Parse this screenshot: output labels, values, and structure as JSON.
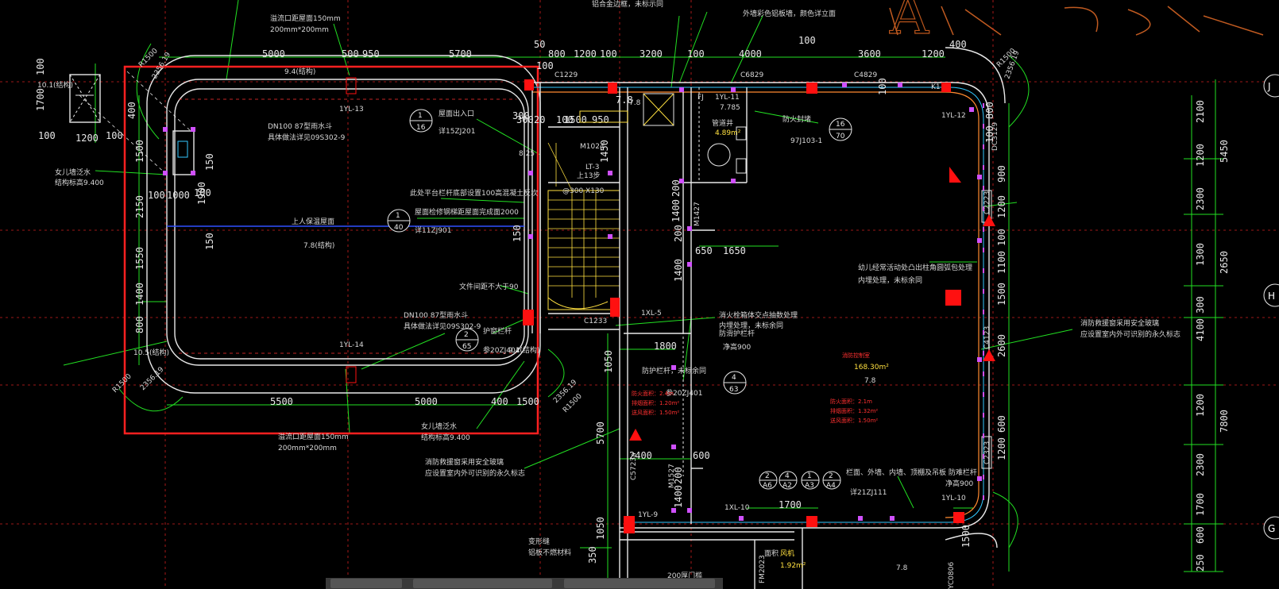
{
  "watermark": "A",
  "top_dims": [
    "5000",
    "500",
    "950",
    "5700",
    "50",
    "800",
    "1200",
    "100",
    "3200",
    "100",
    "4000",
    "3600",
    "1200",
    "400",
    "300",
    "100",
    "100"
  ],
  "left_dims": [
    "100",
    "1200",
    "100",
    "400",
    "1500",
    "2150",
    "1550",
    "1400",
    "800",
    "1700",
    "100",
    "150"
  ],
  "bottom_dims": [
    "5500",
    "5000",
    "400",
    "1500",
    "2400",
    "600",
    "1700",
    "1800",
    "650",
    "1650"
  ],
  "right_dims": [
    "2100",
    "1200",
    "2300",
    "1300",
    "300",
    "4100",
    "1200",
    "2300",
    "1700",
    "600",
    "250",
    "5450",
    "2650",
    "7800"
  ],
  "right_axes": [
    "J",
    "H",
    "G"
  ],
  "small_dims": [
    "100",
    "1000",
    "100",
    "1900",
    "150",
    "150",
    "300",
    "20",
    "100",
    "1500",
    "950",
    "1450",
    "7.8",
    "1400",
    "200",
    "100",
    "1200",
    "900",
    "1100",
    "1500",
    "2600",
    "1200",
    "600",
    "1050",
    "5700",
    "1050",
    "1400",
    "200",
    "1400",
    "200",
    "100",
    "350",
    "800",
    "100",
    "1500"
  ],
  "notes": [
    "溢流口距屋面150mm",
    "200mm*200mm",
    "9.4(结构)",
    "DN100 87型雨水斗",
    "具体做法详见09S302-9",
    "女儿墙泛水",
    "结构标高9.400",
    "上人保温屋面",
    "7.8(结构)",
    "此处平台栏杆底部设置100高混凝土反坎",
    "屋面检修钢梯距屋面完成面2000",
    "详11ZJ901",
    "屋面出入口",
    "详15ZJ201",
    "@300 X130",
    "上13步",
    "文件间距不大于90",
    "护窗栏杆",
    "参20ZJ401",
    "9.4(结构)",
    "10.5(结构)",
    "10.1(结构)",
    "DN100 87型雨水斗",
    "具体做法详见09S302-9",
    "女儿墙泛水",
    "结构标高9.400",
    "溢流口距屋面150mm",
    "200mm*200mm",
    "变形缝",
    "铝板不燃材料",
    "消防救援窗采用安全玻璃",
    "应设置室内外可识别的永久标志",
    "防火封堵",
    "97J103-1",
    "铝合金边框，未标示同",
    "外墙彩色铝板墙，颜色详立面",
    "防护栏杆，未标余同",
    "参20ZJ401",
    "防滑护栏杆",
    "净高900",
    "消火栓箱体交点抽数处理",
    "内埋处理，未标余同",
    "幼儿经常活动处凸出柱角圆弧包处理",
    "内埋处理，未标余同",
    "消防救援窗采用安全玻璃",
    "应设置室内外可识别的永久标志",
    "栏面、外墙、内墙、顶棚及吊板 防难栏杆",
    "净高900",
    "详21ZJ111",
    "消防控制室",
    "168.30m²",
    "7.8",
    "1YL-13",
    "1YL-14",
    "1YL-11",
    "1YL-12",
    "1YL-9",
    "1YL-10",
    "1XL-5",
    "1XL-10",
    "C1229",
    "C6829",
    "C4829",
    "C4123",
    "C2323",
    "C2223",
    "DC3129",
    "M1024",
    "M1427",
    "M1527",
    "FJ",
    "K1",
    "LT-3",
    "7.785",
    "7.8",
    "8.25",
    "1.92m²",
    "7.8",
    "200厚门槛",
    "R1500",
    "2356.19",
    "R1500",
    "2356.19",
    "R1500",
    "2356.19",
    "R1500",
    "2356.19",
    "管道井",
    "风机",
    "面积",
    "4.89m²",
    "C5723a",
    "C1233",
    "FM2023",
    "YC0806"
  ],
  "bubbles": [
    {
      "top": "1",
      "bottom": "16"
    },
    {
      "top": "1",
      "bottom": "40"
    },
    {
      "top": "2",
      "bottom": "65"
    },
    {
      "top": "16",
      "bottom": "70"
    },
    {
      "top": "4",
      "bottom": "63"
    },
    {
      "top": "2",
      "bottom": "A6"
    },
    {
      "top": "4",
      "bottom": "A2"
    },
    {
      "top": "1",
      "bottom": "A3"
    },
    {
      "top": "2",
      "bottom": "A4"
    }
  ],
  "red_notes": [
    "防火面积：2.4m",
    "排烟面积：1.20m²",
    "送风面积：1.50m²",
    "防火面积：2.1m",
    "排烟面积：1.32m²",
    "送风面积：1.50m²"
  ],
  "colors": {
    "background": "#000000",
    "grid_red": "#d02020",
    "green": "#22e022",
    "wall": "#e8e8e8",
    "selection": "#ff2020",
    "cyan": "#33c8ff",
    "orange": "#ff8a30",
    "magenta": "#d050ff",
    "yellow": "#ffe040"
  }
}
